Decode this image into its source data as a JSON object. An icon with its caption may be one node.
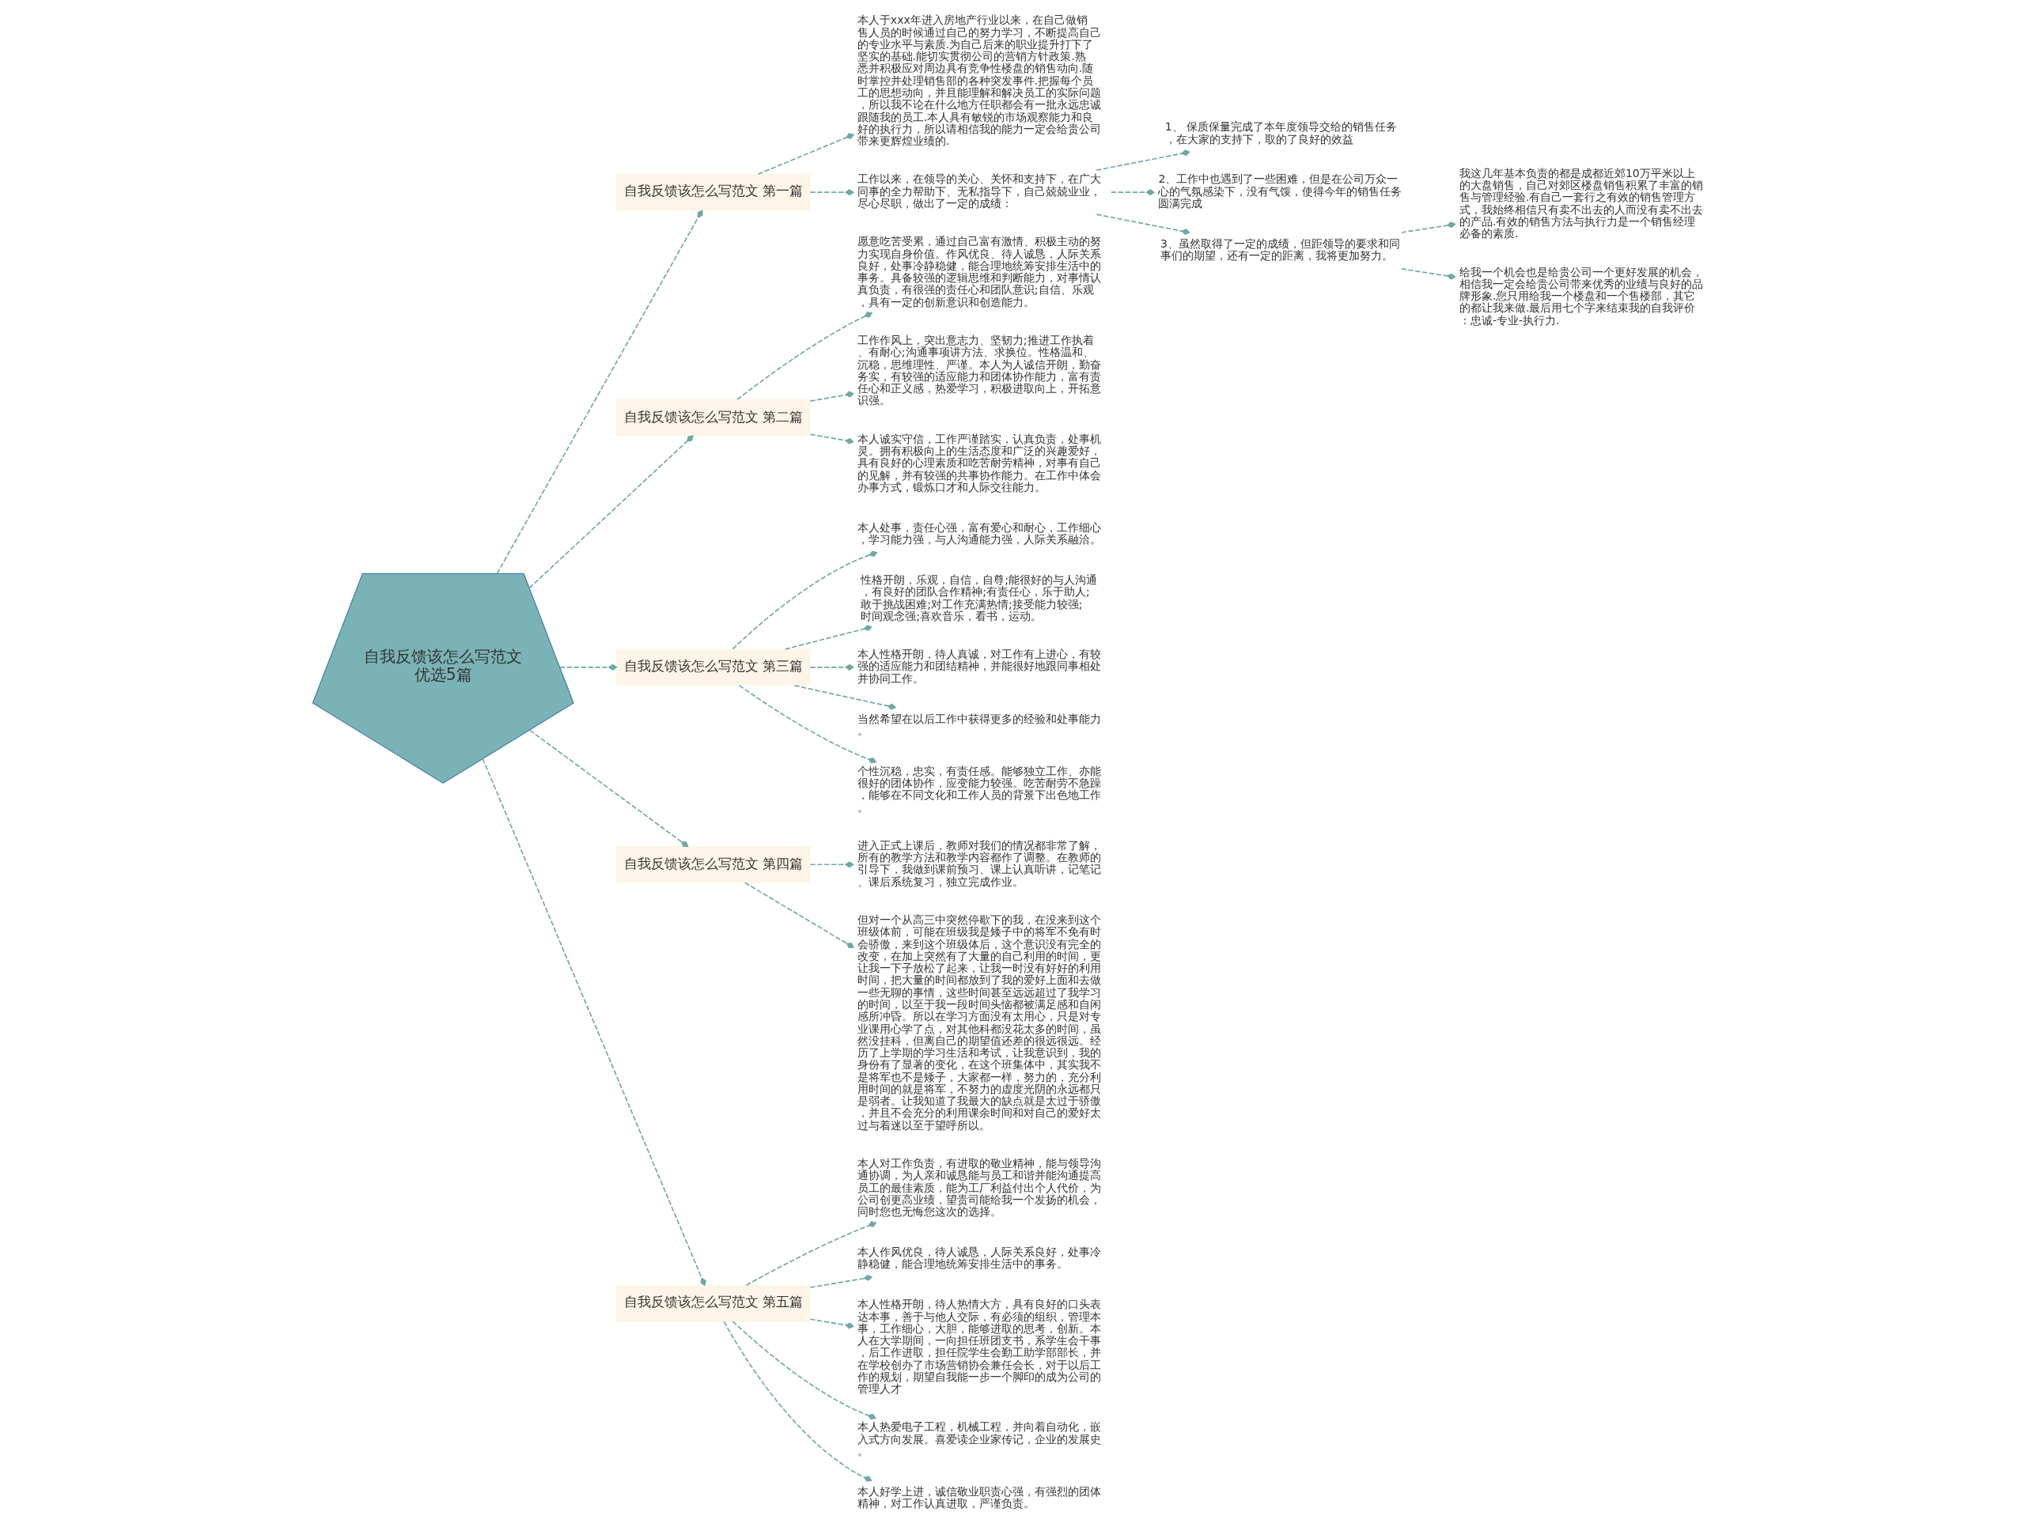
{
  "diagram": {
    "nodes": [
      {
        "text": [
          "自我反馈该怎么写范文优选5篇"
        ]
      },
      {
        "text": [
          "自我反馈该怎么写范文 第一篇"
        ]
      },
      {
        "text": [
          "本人于xxx年进入房地产行业以来，在自己做销售人员的时候通过自己的努力学习，不断提高自己的专业水平与素质.为自己后来的职业提升打下了坚实的基础.能切实贯彻公司的营销方针政策.熟悉并积极应对周边具有竞争性楼盘的销售动向.随时掌控并处理销售部的各种突发事件.把握每个员工的思想动向，并且能理解和解决员工的实际问题，所以我不论在什么地方任职都会有一批永远忠诚跟随我的员工.本人具有敏锐的市场观察能力和良好的执行力，所以请相信我的能力一定会给贵公司带来更辉煌业绩的."
        ]
      },
      {
        "text": [
          "工作以来，在领导的关心、关怀和支持下，在广大同事的全力帮助下、无私指导下，自己兢兢业业，尽心尽职，做出了一定的成绩："
        ]
      },
      {
        "text": [
          "1、 保质保量完成了本年度领导交给的销售任务，在大家的支持下，取的了良好的效益"
        ]
      },
      {
        "text": [
          "2、工作中也遇到了一些困难，但是在公司万众一心的气氛感染下，没有气馁，使得今年的销售任务圆满完成"
        ]
      },
      {
        "text": [
          "3、虽然取得了一定的成绩，但距领导的要求和同事们的期望，还有一定的距离，我将更加努力。"
        ]
      },
      {
        "text": [
          "我这几年基本负责的都是成都近郊10万平米以上的大盘销售，自己对郊区楼盘销售积累了丰富的销售与管理经验.有自己一套行之有效的销售管理方式，我始终相信只有卖不出去的人而没有卖不出去的产品.有效的销售方法与执行力是一个销售经理必备的素质."
        ]
      },
      {
        "text": [
          "给我一个机会也是给贵公司一个更好发展的机会，相信我一定会给贵公司带来优秀的业绩与良好的品牌形象.您只用给我一个楼盘和一个售楼部，其它的都让我来做.最后用七个字来结束我的自我评价：忠诚-专业-执行力."
        ]
      },
      {
        "text": [
          "自我反馈该怎么写范文 第二篇"
        ]
      },
      {
        "text": [
          "愿意吃苦受累，通过自己富有激情、积极主动的努力实现自身价值。作风优良、待人诚恳，人际关系良好，处事冷静稳健，能合理地统筹安排生活中的事务。具备较强的逻辑思维和判断能力，对事情认真负责，有很强的责任心和团队意识;自信、乐观，具有一定的创新意识和创造能力。"
        ]
      },
      {
        "text": [
          "工作作风上，突出意志力、坚韧力;推进工作执着、有耐心;沟通事项讲方法、求换位。性格温和、沉稳，思维理性、严谨。本人为人诚信开朗，勤奋务实，有较强的适应能力和团体协作能力，富有责任心和正义感，热爱学习，积极进取向上，开拓意识强。"
        ]
      },
      {
        "text": [
          "本人诚实守信，工作严谨踏实，认真负责，处事机灵。拥有积极向上的生活态度和广泛的兴趣爱好，具有良好的心理素质和吃苦耐劳精神，对事有自己的见解，并有较强的共事协作能力。在工作中体会办事方式，锻炼口才和人际交往能力。"
        ]
      },
      {
        "text": [
          "自我反馈该怎么写范文 第三篇"
        ]
      },
      {
        "text": [
          "本人处事，责任心强，富有爱心和耐心，工作细心，学习能力强，与人沟通能力强，人际关系融洽。"
        ]
      },
      {
        "text": [
          "性格开朗，乐观，自信，自尊;能很好的与人沟通，有良好的团队合作精神;有责任心，乐于助人;敢于挑战困难;对工作充满热情;接受能力较强;时间观念强;喜欢音乐，看书，运动。"
        ]
      },
      {
        "text": [
          "本人性格开朗，待人真诚，对工作有上进心，有较强的适应能力和团结精神，并能很好地跟同事相处并协同工作。"
        ]
      },
      {
        "text": [
          "当然希望在以后工作中获得更多的经验和处事能力。"
        ]
      },
      {
        "text": [
          "个性沉稳，忠实，有责任感。能够独立工作、亦能很好的团体协作，应变能力较强。吃苦耐劳不急躁，能够在不同文化和工作人员的背景下出色地工作。"
        ]
      },
      {
        "text": [
          "自我反馈该怎么写范文 第四篇"
        ]
      },
      {
        "text": [
          "进入正式上课后，教师对我们的情况都非常了解，所有的教学方法和教学内容都作了调整。在教师的引导下，我做到课前预习、课上认真听讲，记笔记、课后系统复习，独立完成作业。"
        ]
      },
      {
        "text": [
          "但对一个从高三中突然停歇下的我，在没来到这个班级体前，可能在班级我是矮子中的将军不免有时会骄傲，来到这个班级体后，这个意识没有完全的改变，在加上突然有了大量的自己利用的时间，更让我一下子放松了起来，让我一时没有好好的利用时间，把大量的时间都放到了我的爱好上面和去做一些无聊的事情，这些时间甚至远远超过了我学习的时间，以至于我一段时间头恼都被满足感和自闲感所冲昏。所以在学习方面没有太用心，只是对专业课用心学了点，对其他科都没花太多的时间，虽然没挂科，但离自己的期望值还差的很远很远。经历了上学期的学习生活和考试，让我意识到，我的身份有了显著的变化，在这个班集体中，其实我不是将军也不是矮子，大家都一样，努力的，充分利用时间的就是将军，不努力的虚度光阴的永远都只是弱者。让我知道了我最大的缺点就是太过于骄傲，并且不会充分的利用课余时间和对自己的爱好太过与着迷以至于望呼所以。"
        ]
      },
      {
        "text": [
          "自我反馈该怎么写范文 第五篇"
        ]
      },
      {
        "text": [
          "本人对工作负责，有进取的敬业精神，能与领导沟通协调，为人亲和诚恳能与员工和谐并能沟通提高员工的最佳素质，能为工厂利益付出个人代价，为公司创更高业绩，望贵司能给我一个发扬的机会，同时您也无悔您这次的选择。"
        ]
      },
      {
        "text": [
          "本人作风优良，待人诚恳，人际关系良好，处事冷静稳健，能合理地统筹安排生活中的事务。"
        ]
      },
      {
        "text": [
          "本人性格开朗，待人热情大方，具有良好的口头表达本事，善于与他人交际，有必须的组织，管理本事，工作细心，大胆，能够进取的思考，创新。本人在大学期间，一向担任班团支书，系学生会干事，后工作进取，担任院学生会勤工助学部部长，并在学校创办了市场营销协会兼任会长，对于以后工作的规划，期望自我能一步一个脚印的成为公司的管理人才"
        ]
      },
      {
        "text": [
          "本人热爱电子工程，机械工程，并向着自动化，嵌入式方向发展。喜爱读企业家传记，企业的发展史。"
        ]
      },
      {
        "text": [
          "本人好学上进，诚信敬业职责心强，有强烈的团体精神，对工作认真进取，严谨负责。"
        ]
      }
    ],
    "edges": [
      {
        "from": 0,
        "to": 1,
        "arrow": "other",
        "style": "dashed"
      },
      {
        "from": 1,
        "to": 2,
        "arrow": "other",
        "style": "dashed"
      },
      {
        "from": 1,
        "to": 3,
        "arrow": "other",
        "style": "dashed"
      },
      {
        "from": 3,
        "to": 4,
        "arrow": "other",
        "style": "dashed"
      },
      {
        "from": 3,
        "to": 5,
        "arrow": "other",
        "style": "dashed"
      },
      {
        "from": 3,
        "to": 6,
        "arrow": "other",
        "style": "dashed"
      },
      {
        "from": 6,
        "to": 7,
        "arrow": "other",
        "style": "dashed"
      },
      {
        "from": 6,
        "to": 8,
        "arrow": "other",
        "style": "dashed"
      },
      {
        "from": 0,
        "to": 9,
        "arrow": "other",
        "style": "dashed"
      },
      {
        "from": 9,
        "to": 10,
        "arrow": "other",
        "style": "dashed"
      },
      {
        "from": 9,
        "to": 11,
        "arrow": "other",
        "style": "dashed"
      },
      {
        "from": 9,
        "to": 12,
        "arrow": "other",
        "style": "dashed"
      },
      {
        "from": 0,
        "to": 13,
        "arrow": "other",
        "style": "dashed"
      },
      {
        "from": 13,
        "to": 14,
        "arrow": "other",
        "style": "dashed"
      },
      {
        "from": 13,
        "to": 15,
        "arrow": "other",
        "style": "dashed"
      },
      {
        "from": 13,
        "to": 16,
        "arrow": "other",
        "style": "dashed"
      },
      {
        "from": 13,
        "to": 17,
        "arrow": "other",
        "style": "dashed"
      },
      {
        "from": 13,
        "to": 18,
        "arrow": "other",
        "style": "dashed"
      },
      {
        "from": 0,
        "to": 19,
        "arrow": "other",
        "style": "dashed"
      },
      {
        "from": 19,
        "to": 20,
        "arrow": "other",
        "style": "dashed"
      },
      {
        "from": 19,
        "to": 21,
        "arrow": "other",
        "style": "dashed"
      },
      {
        "from": 0,
        "to": 22,
        "arrow": "other",
        "style": "dashed"
      },
      {
        "from": 22,
        "to": 23,
        "arrow": "other",
        "style": "dashed"
      },
      {
        "from": 22,
        "to": 24,
        "arrow": "other",
        "style": "dashed"
      },
      {
        "from": 22,
        "to": 25,
        "arrow": "other",
        "style": "dashed"
      },
      {
        "from": 22,
        "to": 26,
        "arrow": "other",
        "style": "dashed"
      },
      {
        "from": 22,
        "to": 27,
        "arrow": "other",
        "style": "dashed"
      }
    ]
  }
}
